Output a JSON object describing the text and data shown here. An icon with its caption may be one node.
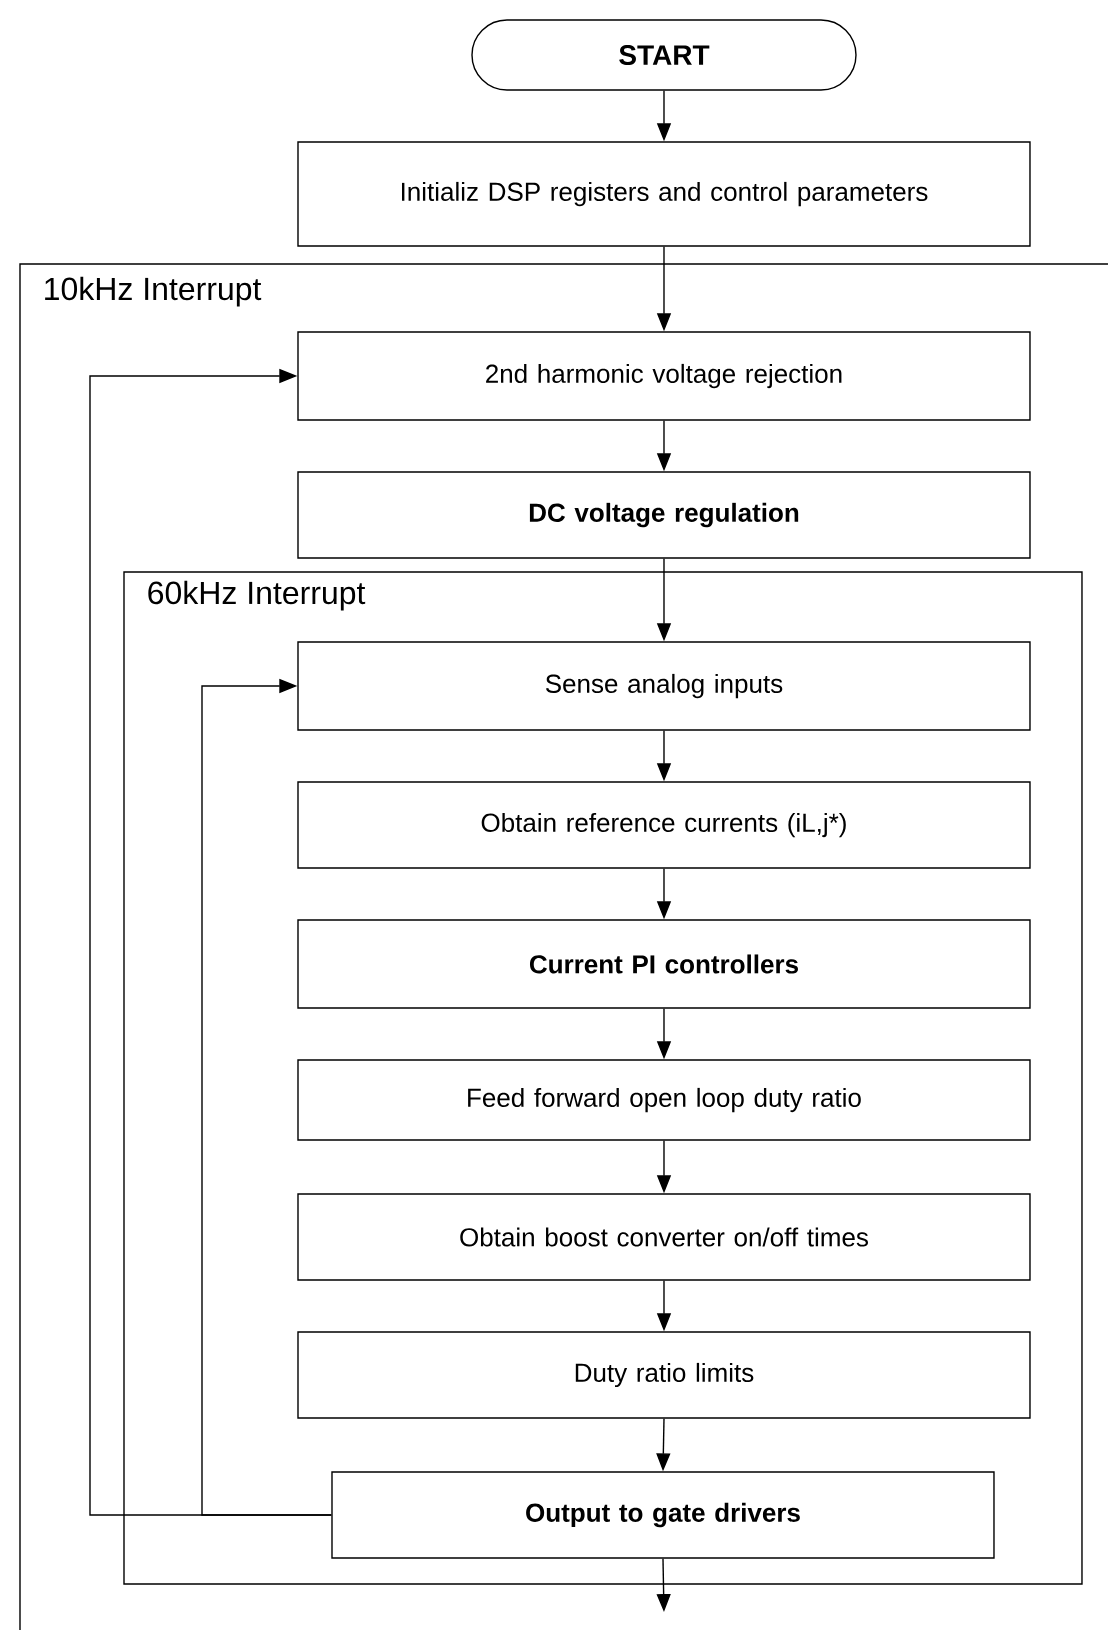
{
  "diagram": {
    "nodes": [
      {
        "text": [
          "START"
        ]
      },
      {
        "text": [
          "Initializ DSP registers and control parameters"
        ]
      },
      {
        "text": [
          "10kHz Interrupt"
        ]
      },
      {
        "text": [
          "2nd harmonic voltage rejection"
        ],
        "in": 2
      },
      {
        "text": [
          "DC voltage regulation"
        ],
        "in": 2
      },
      {
        "text": [
          "60kHz Interrupt"
        ],
        "in": 2
      },
      {
        "text": [
          "Sense analog inputs"
        ],
        "in": 5
      },
      {
        "text": [
          "Obtain reference currents (iL,j*)"
        ],
        "in": 5
      },
      {
        "text": [
          "Current PI controllers"
        ],
        "in": 5
      },
      {
        "text": [
          "Feed forward open loop duty ratio"
        ],
        "in": 5
      },
      {
        "text": [
          "Obtain boost converter on/off times"
        ],
        "in": 5
      },
      {
        "text": [
          "Duty ratio limits"
        ],
        "in": 5
      },
      {
        "text": [
          "Output to gate drivers"
        ],
        "in": 5
      }
    ],
    "edges": [
      {
        "from": 0,
        "to": 1,
        "arrow": "to"
      },
      {
        "from": 1,
        "to": 3,
        "arrow": "to"
      },
      {
        "from": 3,
        "to": 4,
        "arrow": "to"
      },
      {
        "from": 4,
        "to": 6,
        "arrow": "to"
      },
      {
        "from": 6,
        "to": 7,
        "arrow": "to"
      },
      {
        "from": 7,
        "to": 8,
        "arrow": "to"
      },
      {
        "from": 8,
        "to": 9,
        "arrow": "to"
      },
      {
        "from": 9,
        "to": 10,
        "arrow": "to"
      },
      {
        "from": 10,
        "to": 11,
        "arrow": "to"
      },
      {
        "from": 11,
        "to": 12,
        "arrow": "to"
      },
      {
        "from": 12,
        "to": null,
        "arrow": "to"
      },
      {
        "from": 12,
        "to": 3,
        "arrow": "to"
      },
      {
        "from": 12,
        "to": 6,
        "arrow": "to"
      }
    ]
  }
}
